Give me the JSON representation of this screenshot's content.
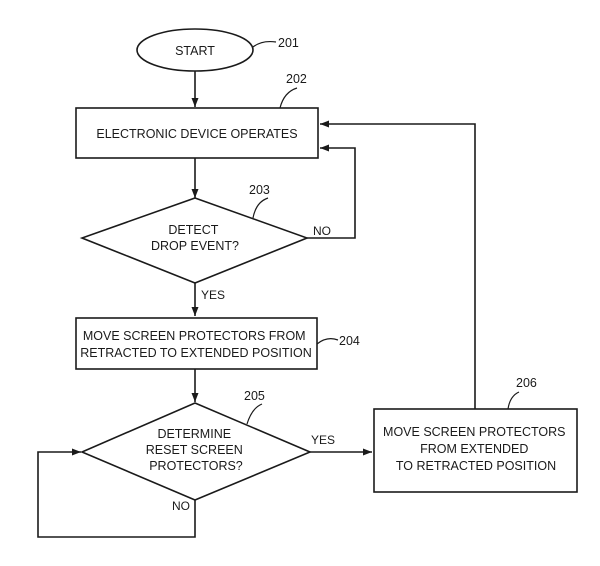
{
  "nodes": {
    "start": {
      "ref": "201",
      "lines": [
        "START"
      ]
    },
    "operates": {
      "ref": "202",
      "lines": [
        "ELECTRONIC DEVICE OPERATES"
      ]
    },
    "detect": {
      "ref": "203",
      "lines": [
        "DETECT",
        "DROP EVENT?"
      ]
    },
    "extend": {
      "ref": "204",
      "lines": [
        "MOVE SCREEN PROTECTORS FROM",
        "RETRACTED TO EXTENDED POSITION"
      ]
    },
    "reset": {
      "ref": "205",
      "lines": [
        "DETERMINE",
        "RESET SCREEN",
        "PROTECTORS?"
      ]
    },
    "retract": {
      "ref": "206",
      "lines": [
        "MOVE SCREEN PROTECTORS",
        "FROM EXTENDED",
        "TO RETRACTED POSITION"
      ]
    }
  },
  "edges": {
    "detect_no": "NO",
    "detect_yes": "YES",
    "reset_yes": "YES",
    "reset_no": "NO"
  },
  "colors": {
    "ink": "#1a1a1a",
    "background": "#ffffff"
  }
}
